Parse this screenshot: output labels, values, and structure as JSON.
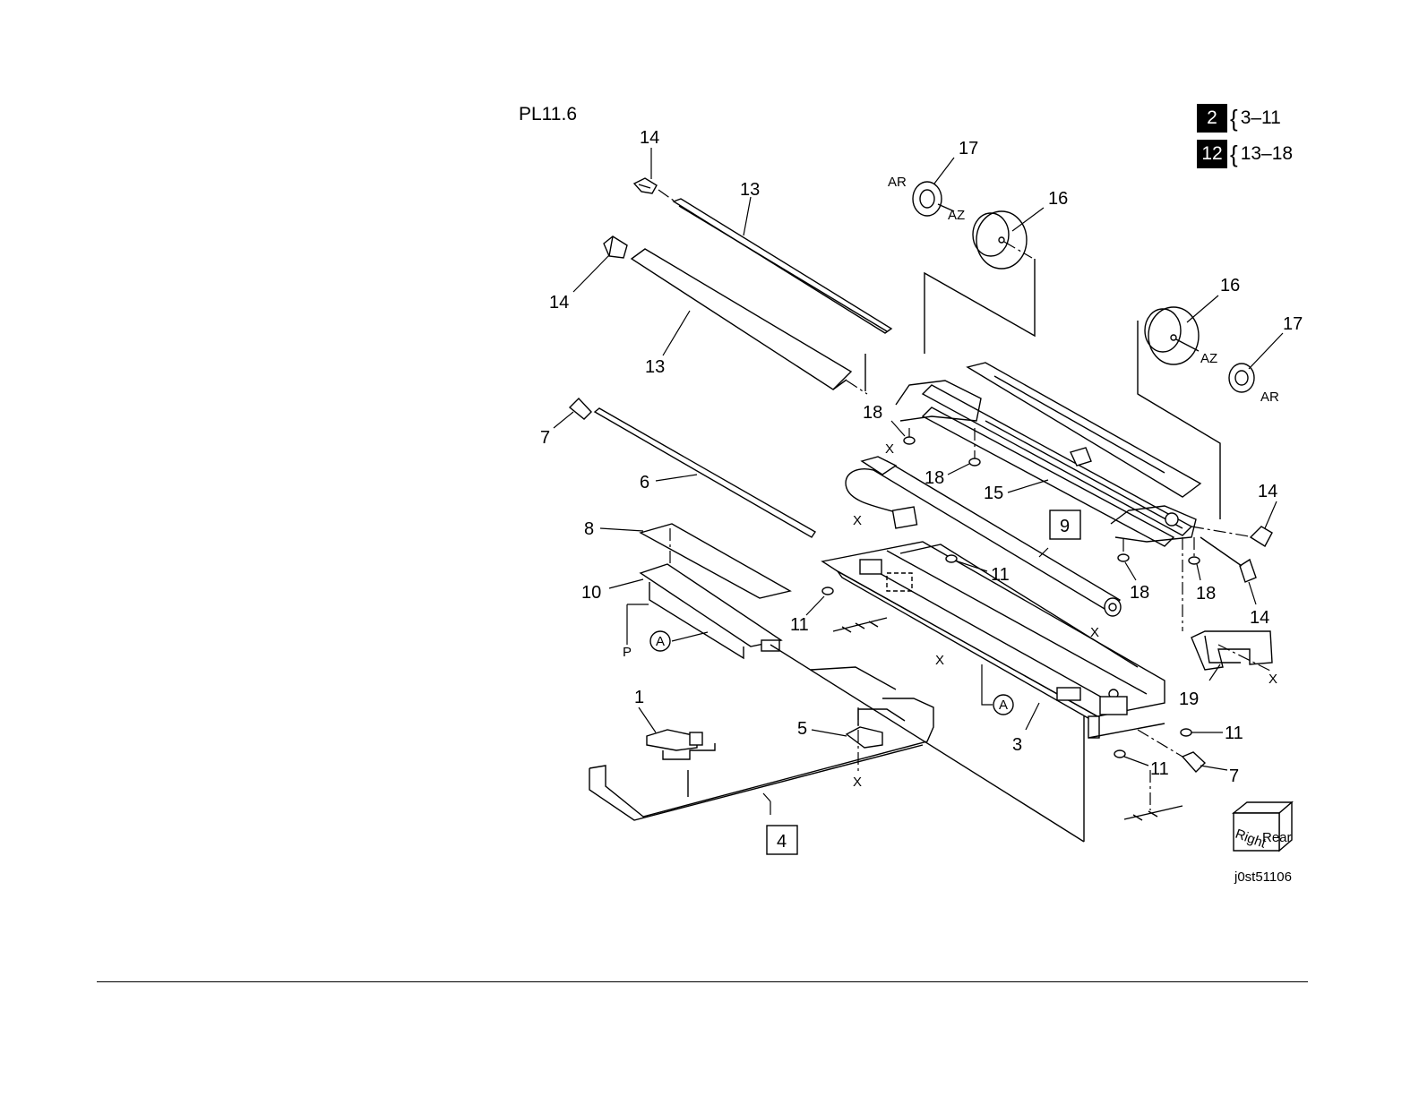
{
  "title": "PL11.6",
  "figure_id": "j0st51106",
  "legend": [
    {
      "key": "2",
      "range": "3–11"
    },
    {
      "key": "12",
      "range": "13–18"
    }
  ],
  "orientation_cube": {
    "face1": "Right",
    "face2": "Rear"
  },
  "callouts": {
    "c1": "1",
    "c3": "3",
    "c4": "4",
    "c5": "5",
    "c6": "6",
    "c7a": "7",
    "c7b": "7",
    "c8": "8",
    "c9": "9",
    "c10": "10",
    "c11a": "11",
    "c11b": "11",
    "c11c": "11",
    "c11d": "11",
    "c13a": "13",
    "c13b": "13",
    "c14a": "14",
    "c14b": "14",
    "c14c": "14",
    "c14d": "14",
    "c15": "15",
    "c16a": "16",
    "c16b": "16",
    "c17a": "17",
    "c17b": "17",
    "c18a": "18",
    "c18b": "18",
    "c18c": "18",
    "c18d": "18",
    "c19": "19"
  },
  "refs": {
    "ar1": "AR",
    "az1": "AZ",
    "az2": "AZ",
    "ar2": "AR",
    "p": "P",
    "a1": "A",
    "a2": "A",
    "x1": "X",
    "x2": "X",
    "x3": "X",
    "x4": "X",
    "x5": "X",
    "x6": "X"
  }
}
